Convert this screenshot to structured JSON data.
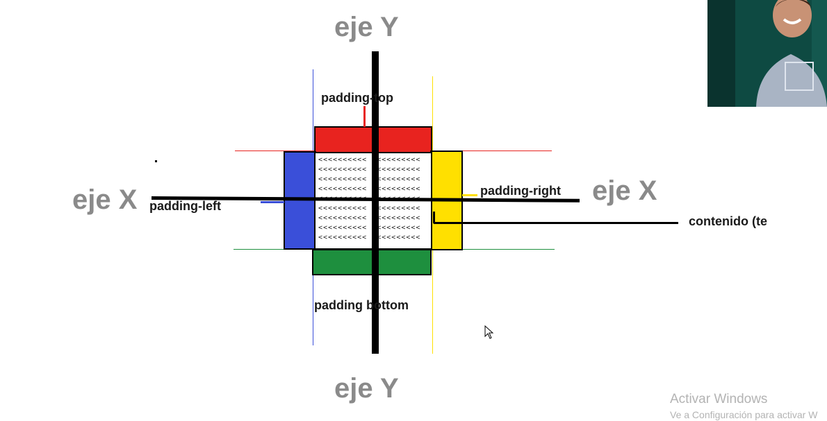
{
  "axis_labels": {
    "y_top": "eje Y",
    "y_bottom": "eje Y",
    "x_left": "eje X",
    "x_right": "eje X"
  },
  "padding_labels": {
    "top": "padding-top",
    "left": "padding-left",
    "right": "padding-right",
    "bottom": "padding bottom"
  },
  "content_label": "contenido (te",
  "content_lines": [
    "<<<<<<<<<< <<<<<<<<<<",
    "<<<<<<<<<< <<<<<<<<<<",
    "<<<<<<<<<< <<<<<<<<<<",
    "<<<<<<<<<< <<<<<<<<<<",
    "<<<<<<<<<< <<<<<<<<<<",
    "<<<<<<<<<< <<<<<<<<<<",
    "<<<<<<<<<< <<<<<<<<<<",
    "<<<<<<<<<< <<<<<<<<<<",
    "<<<<<<<<<< <<<<<<<<<<"
  ],
  "colors": {
    "padding_top": "#e8231f",
    "padding_left": "#3a4fd9",
    "padding_right": "#ffe000",
    "padding_bottom": "#1e8f3e",
    "axis_label": "#8a8a8a"
  },
  "watermark": {
    "line1": "Activar Windows",
    "line2": "Ve a Configuración para activar W"
  }
}
